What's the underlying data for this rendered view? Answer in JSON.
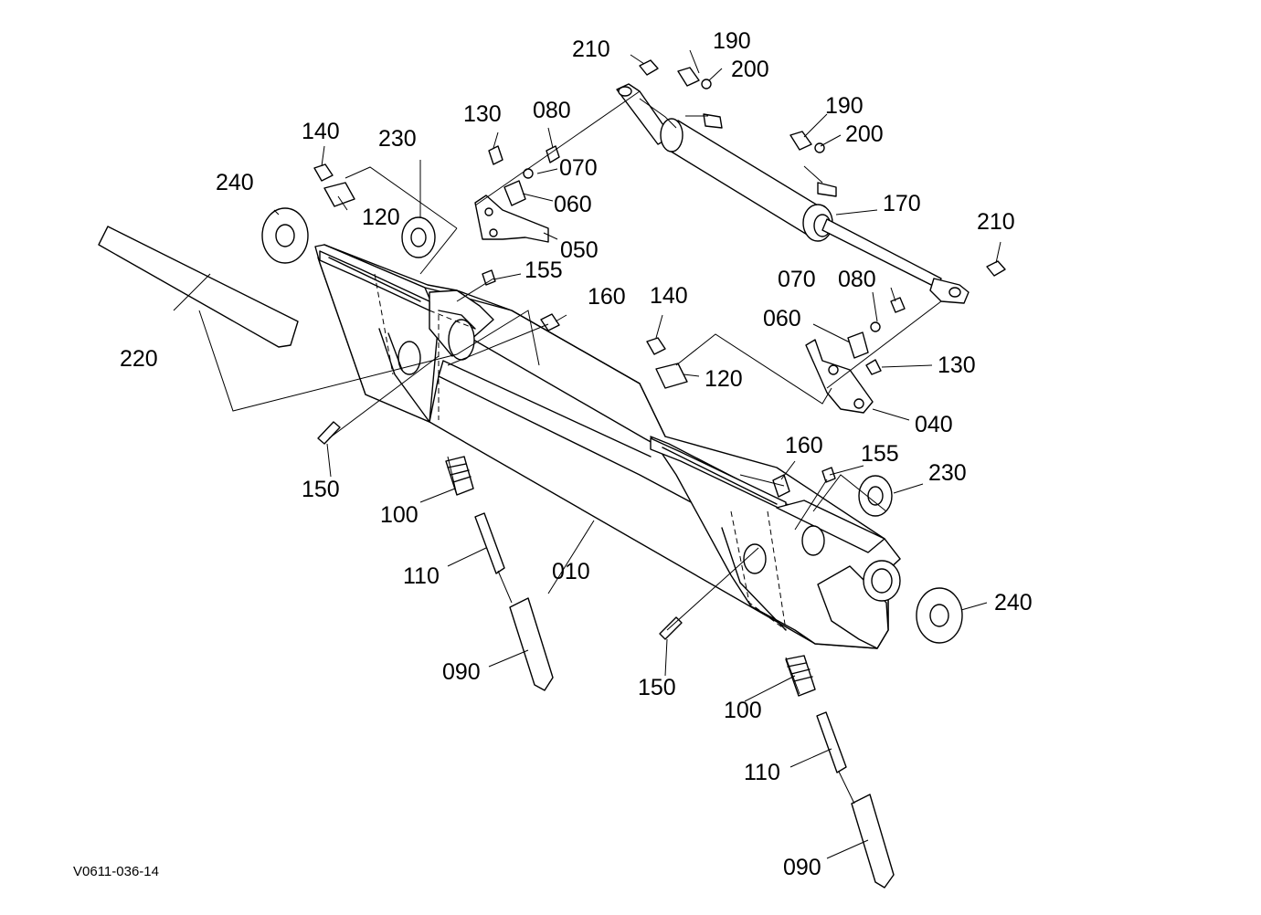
{
  "diagram": {
    "figure_code": "V0611-036-14",
    "part_labels": [
      "210",
      "190",
      "200",
      "190",
      "200",
      "130",
      "080",
      "070",
      "060",
      "050",
      "140",
      "230",
      "240",
      "120",
      "170",
      "210",
      "155",
      "160",
      "070",
      "080",
      "060",
      "140",
      "120",
      "130",
      "040",
      "220",
      "160",
      "155",
      "230",
      "150",
      "100",
      "110",
      "010",
      "240",
      "090",
      "150",
      "100",
      "110",
      "090"
    ]
  }
}
